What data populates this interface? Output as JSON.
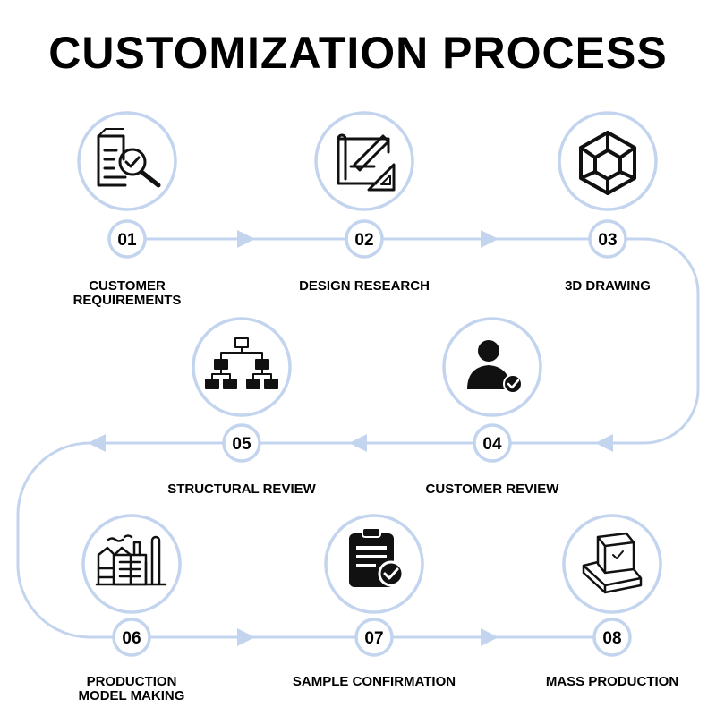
{
  "title": "CUSTOMIZATION PROCESS",
  "colors": {
    "line": "#c3d4ee",
    "text": "#000000"
  },
  "steps": [
    {
      "num": "01",
      "label": "CUSTOMER REQUIREMENTS",
      "lines": [
        "CUSTOMER",
        "REQUIREMENTS"
      ],
      "icon": "document-search-icon"
    },
    {
      "num": "02",
      "label": "DESIGN RESEARCH",
      "lines": [
        "DESIGN RESEARCH"
      ],
      "icon": "blueprint-pencil-icon"
    },
    {
      "num": "03",
      "label": "3D DRAWING",
      "lines": [
        "3D DRAWING"
      ],
      "icon": "cube-icon"
    },
    {
      "num": "04",
      "label": "CUSTOMER REVIEW",
      "lines": [
        "CUSTOMER REVIEW"
      ],
      "icon": "user-check-icon"
    },
    {
      "num": "05",
      "label": "STRUCTURAL REVIEW",
      "lines": [
        "STRUCTURAL REVIEW"
      ],
      "icon": "hierarchy-icon"
    },
    {
      "num": "06",
      "label": "PRODUCTION MODEL MAKING",
      "lines": [
        "PRODUCTION",
        "MODEL MAKING"
      ],
      "icon": "factory-icon"
    },
    {
      "num": "07",
      "label": "SAMPLE CONFIRMATION",
      "lines": [
        "SAMPLE CONFIRMATION"
      ],
      "icon": "clipboard-check-icon"
    },
    {
      "num": "08",
      "label": "MASS PRODUCTION",
      "lines": [
        "MASS PRODUCTION"
      ],
      "icon": "box-pallet-icon"
    }
  ]
}
